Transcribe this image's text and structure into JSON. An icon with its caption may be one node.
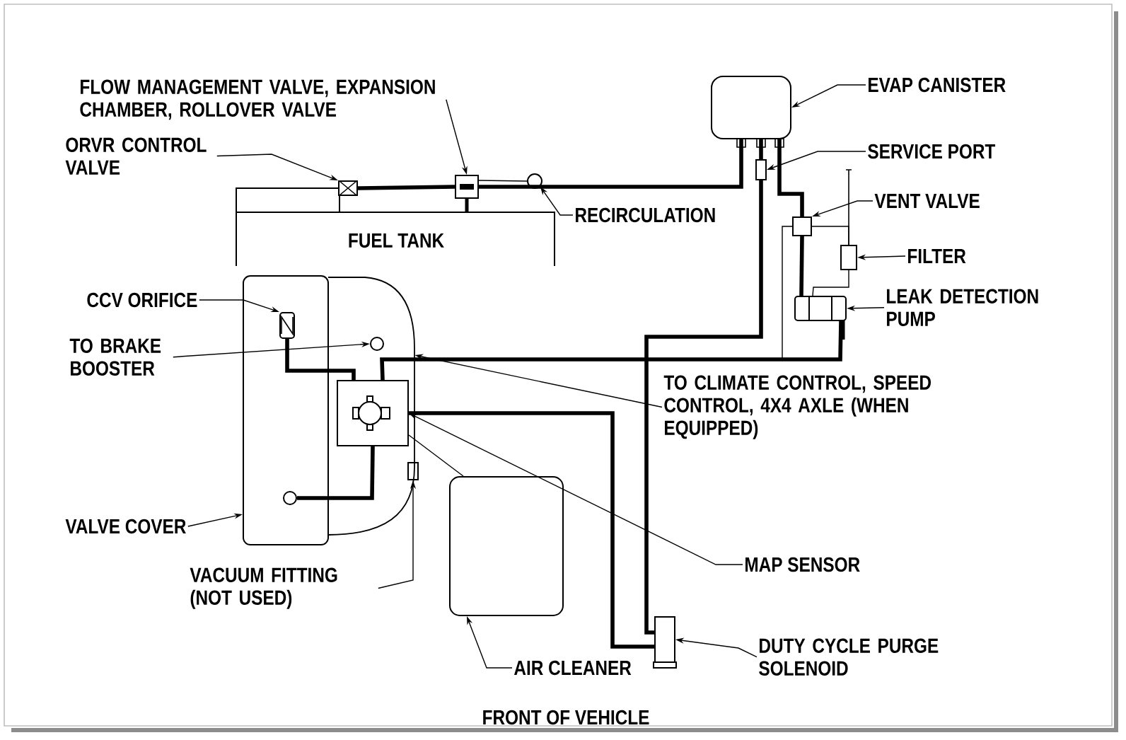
{
  "diagram": {
    "nodes": [
      {
        "text": [
          "FLOW MANAGEMENT VALVE, EXPANSION CHAMBER, ROLLOVER VALVE"
        ]
      },
      {
        "text": [
          "ORVR CONTROL VALVE"
        ]
      },
      {
        "text": [
          "EVAP CANISTER"
        ]
      },
      {
        "text": [
          "SERVICE PORT"
        ]
      },
      {
        "text": [
          "VENT VALVE"
        ]
      },
      {
        "text": [
          "RECIRCULATION"
        ]
      },
      {
        "text": [
          "FILTER"
        ]
      },
      {
        "text": [
          "LEAK DETECTION PUMP"
        ]
      },
      {
        "text": [
          "CCV ORIFICE"
        ]
      },
      {
        "text": [
          "TO BRAKE BOOSTER"
        ]
      },
      {
        "text": [
          "TO CLIMATE CONTROL, SPEED CONTROL, 4X4 AXLE (WHEN EQUIPPED)"
        ]
      },
      {
        "text": [
          "VALVE COVER"
        ]
      },
      {
        "text": [
          "MAP SENSOR"
        ]
      },
      {
        "text": [
          "VACUUM FITTING (NOT USED)"
        ]
      },
      {
        "text": [
          "DUTY CYCLE PURGE SOLENOID"
        ]
      },
      {
        "text": [
          "AIR CLEANER"
        ]
      },
      {
        "text": [
          "FUEL TANK"
        ]
      },
      {
        "text": [],
        "shape": "box"
      },
      {
        "text": [],
        "shape": "box"
      },
      {
        "text": [],
        "shape": "box"
      },
      {
        "text": [],
        "shape": "box"
      },
      {
        "text": [],
        "shape": "box"
      },
      {
        "text": [],
        "shape": "circle"
      },
      {
        "text": [],
        "shape": "box"
      },
      {
        "text": [],
        "shape": "box"
      },
      {
        "text": [],
        "shape": "box",
        "in": 27
      },
      {
        "text": [],
        "shape": "circle",
        "in": 33
      },
      {
        "text": [],
        "shape": "box"
      },
      {
        "text": [],
        "shape": "box",
        "in": 33
      },
      {
        "text": [],
        "shape": "box"
      },
      {
        "text": [],
        "shape": "box"
      },
      {
        "text": [],
        "shape": "box"
      },
      {
        "text": [],
        "shape": "circle",
        "in": 27
      },
      {
        "text": [],
        "shape": "box"
      }
    ],
    "edges": [
      {
        "from": 0,
        "to": 17,
        "arrow": "to"
      },
      {
        "from": 1,
        "to": 18,
        "arrow": "to"
      },
      {
        "from": 2,
        "to": 19,
        "arrow": "to"
      },
      {
        "from": 3,
        "to": 20,
        "arrow": "to"
      },
      {
        "from": 4,
        "to": 21,
        "arrow": "to"
      },
      {
        "from": 5,
        "to": 22,
        "arrow": "to"
      },
      {
        "from": 6,
        "to": 23,
        "arrow": "to"
      },
      {
        "from": 7,
        "to": 24,
        "arrow": "to"
      },
      {
        "from": 8,
        "to": 25,
        "arrow": "to"
      },
      {
        "from": 9,
        "to": 26,
        "arrow": "to"
      },
      {
        "from": 10,
        "to": 33,
        "arrow": "to"
      },
      {
        "from": 11,
        "to": 27,
        "arrow": "to"
      },
      {
        "from": 12,
        "to": 28,
        "arrow": "to"
      },
      {
        "from": 13,
        "to": 29,
        "arrow": "to"
      },
      {
        "from": 14,
        "to": 30,
        "arrow": "to"
      },
      {
        "from": 15,
        "to": 31,
        "arrow": "to"
      },
      {
        "from": 18,
        "to": 17,
        "arrow": "none",
        "style": "thick"
      },
      {
        "from": 17,
        "to": 22,
        "arrow": "none"
      },
      {
        "from": 17,
        "to": 19,
        "arrow": "none",
        "style": "thick"
      },
      {
        "from": 19,
        "to": 20,
        "arrow": "none",
        "style": "thick"
      },
      {
        "from": 19,
        "to": 21,
        "arrow": "none",
        "style": "thick"
      },
      {
        "from": 21,
        "to": 24,
        "arrow": "none",
        "style": "thick"
      },
      {
        "from": 23,
        "to": 21,
        "arrow": "none"
      },
      {
        "from": 23,
        "to": 24,
        "arrow": "none"
      },
      {
        "from": 24,
        "to": 28,
        "arrow": "none",
        "style": "thick"
      },
      {
        "from": 25,
        "to": 28,
        "arrow": "none",
        "style": "thick"
      },
      {
        "from": 28,
        "to": 32,
        "arrow": "none",
        "style": "thick"
      },
      {
        "from": 28,
        "to": 30,
        "arrow": "none",
        "style": "thick"
      },
      {
        "from": 28,
        "to": 31,
        "arrow": "none"
      },
      {
        "from": 20,
        "to": 30,
        "arrow": "none",
        "style": "thick"
      },
      {
        "from": 21,
        "to": 28,
        "arrow": "none"
      }
    ],
    "labels": [
      "FRONT OF VEHICLE"
    ]
  }
}
